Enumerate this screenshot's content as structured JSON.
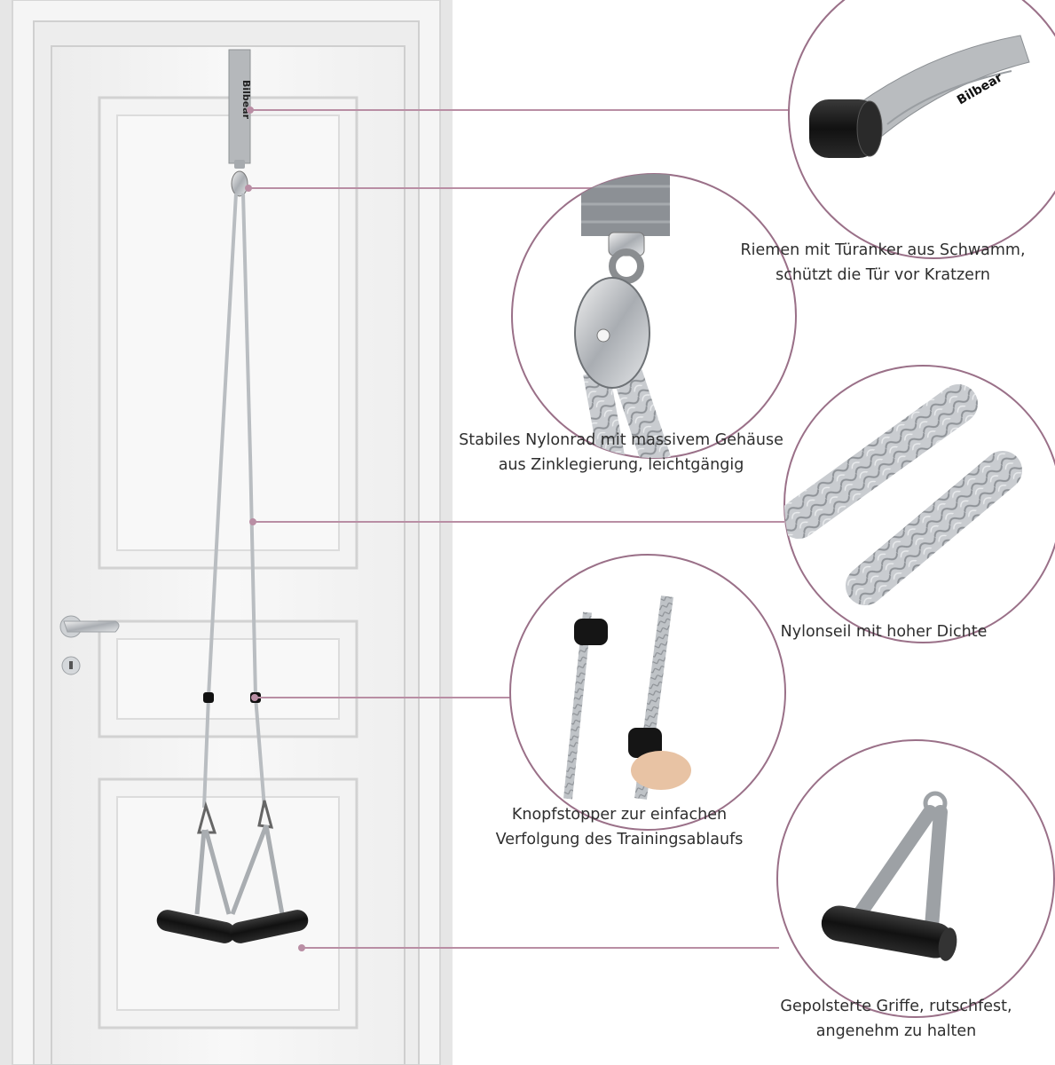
{
  "brand": {
    "logo_text": "Bilbear"
  },
  "colors": {
    "leader_line": "#b98ea4",
    "circle_border": "#9a7088",
    "door": "#f4f4f4",
    "rope": "#b8bcc0",
    "handle_grip": "#1e1e1e"
  },
  "features": [
    {
      "id": "strap",
      "line1": "Riemen mit Türanker aus Schwamm,",
      "line2": "schützt die Tür vor Kratzern",
      "icon": "door-anchor-strap"
    },
    {
      "id": "pulley",
      "line1": "Stabiles Nylonrad mit massivem Gehäuse",
      "line2": "aus Zinklegierung, leichtgängig",
      "icon": "pulley-wheel"
    },
    {
      "id": "rope",
      "line1": "Nylonseil mit hoher Dichte",
      "line2": "",
      "icon": "braided-rope"
    },
    {
      "id": "stopper",
      "line1": "Knopfstopper zur einfachen",
      "line2": "Verfolgung des Trainingsablaufs",
      "icon": "button-stopper"
    },
    {
      "id": "handle",
      "line1": "Gepolsterte Griffe, rutschfest,",
      "line2": "angenehm zu halten",
      "icon": "padded-handle"
    }
  ]
}
